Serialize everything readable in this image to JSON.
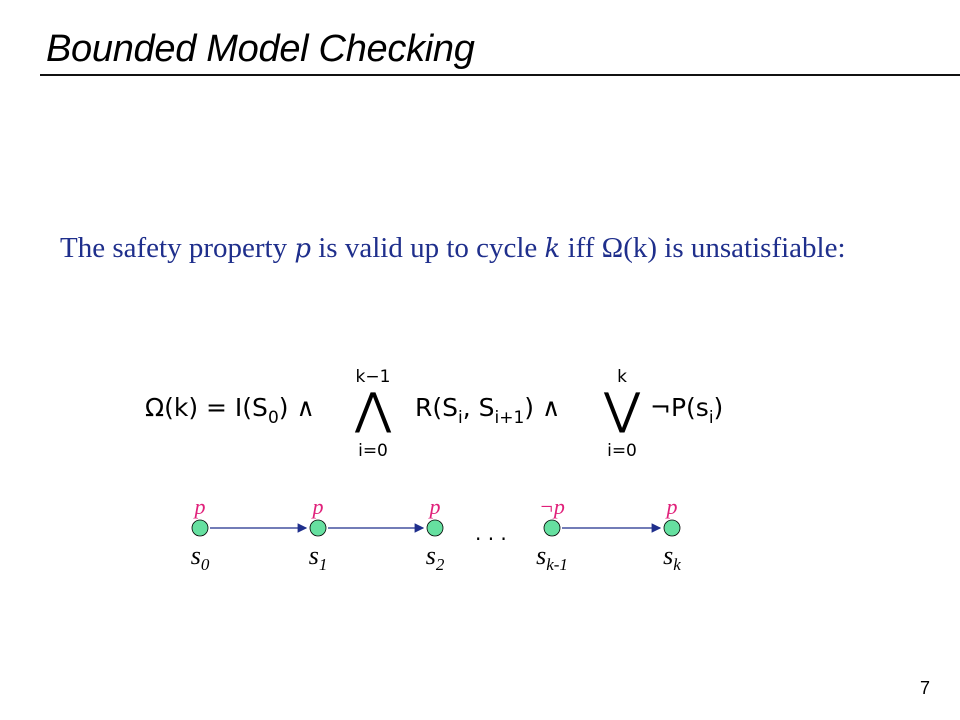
{
  "slide": {
    "title": "Bounded Model Checking",
    "page_number": "7"
  },
  "statement": {
    "p1": "The safety property ",
    "var_p": "p",
    "p2": " is valid up to cycle ",
    "var_k": "k",
    "p3": " iff ",
    "omega_k": "Ω(k)",
    "p4": " is unsatisfiable:"
  },
  "formula": {
    "lhs": "Ω(k) = I(S",
    "lhs_sub": "0",
    "and1": ") ∧",
    "big_and": "⋀",
    "and_upper": "k−1",
    "and_lower": "i=0",
    "rel": "R(S",
    "rel_sub1": "i",
    "rel_mid": ", S",
    "rel_sub2": "i+1",
    "and2": ") ∧",
    "big_or": "⋁",
    "or_upper": "k",
    "or_lower": "i=0",
    "neg": "¬P(s",
    "neg_sub": "i",
    "close": ")"
  },
  "diagram": {
    "node_color": "#66e0a0",
    "label_color": "#e0207a",
    "ellipsis": ". . .",
    "nodes": [
      {
        "top_label": "p",
        "state": "s",
        "sub": "0"
      },
      {
        "top_label": "p",
        "state": "s",
        "sub": "1"
      },
      {
        "top_label": "p",
        "state": "s",
        "sub": "2"
      },
      {
        "top_label": "¬p",
        "state": "s",
        "sub": "k-1"
      },
      {
        "top_label": "p",
        "state": "s",
        "sub": "k"
      }
    ]
  }
}
